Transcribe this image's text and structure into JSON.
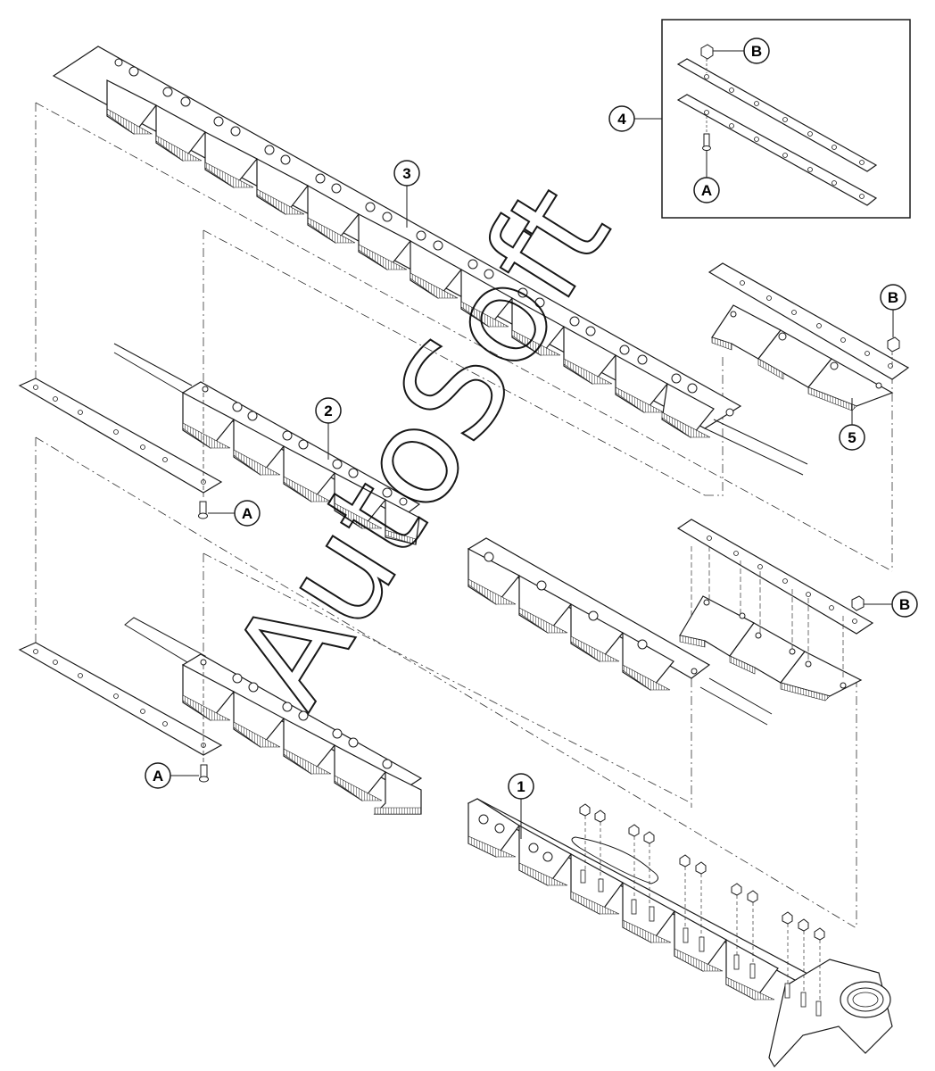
{
  "diagram": {
    "callouts": {
      "part_1": "1",
      "part_2": "2",
      "part_3": "3",
      "part_4": "4",
      "part_5": "5",
      "bolt_a": "A",
      "nut_b": "B"
    },
    "watermark": "AutoSoft",
    "colors": {
      "line": "#1a1a1a",
      "paper": "#ffffff",
      "serration": "#555555",
      "watermark": "#000000"
    }
  }
}
